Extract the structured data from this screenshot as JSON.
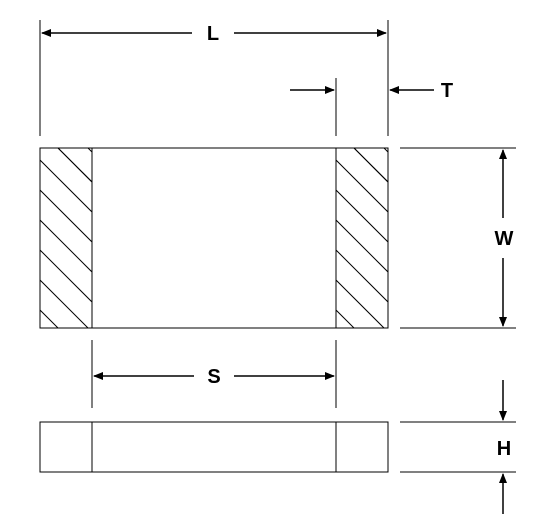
{
  "labels": {
    "L": "L",
    "T": "T",
    "W": "W",
    "S": "S",
    "H": "H"
  },
  "colors": {
    "terminal_fill": "#8c8c8c",
    "body_fill": "#ffffff",
    "line": "#000000"
  }
}
